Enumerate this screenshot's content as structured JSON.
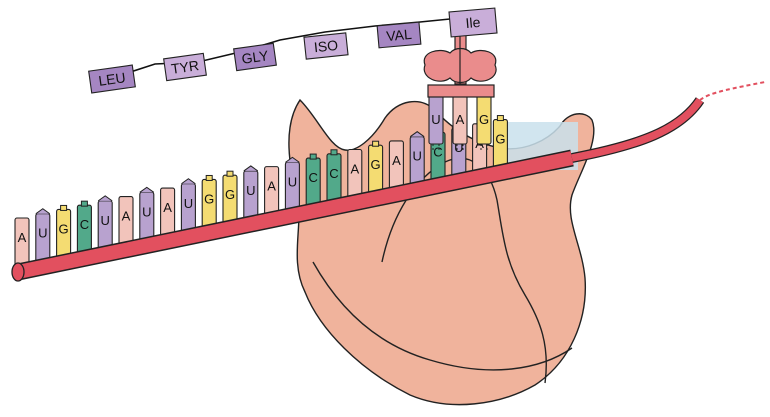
{
  "colors": {
    "A": "#f2c4bb",
    "U": "#b8a2cf",
    "G": "#f4dc72",
    "C": "#52a98a",
    "mrna": "#e2505f",
    "ribosome": "#f0b39c",
    "ribosome_light": "#f5c4ad",
    "trna_head": "#ea8c8c",
    "peptide": "#c9aed9",
    "peptide_dark": "#a586c2",
    "site_highlight": "#c9e0ec"
  },
  "peptide_chain": [
    "LEU",
    "TYR",
    "GLY",
    "ISO",
    "VAL",
    "Ile"
  ],
  "mrna_bases": [
    "A",
    "U",
    "G",
    "C",
    "U",
    "A",
    "U",
    "A",
    "U",
    "G",
    "G",
    "U",
    "A",
    "U",
    "C",
    "C",
    "A",
    "G",
    "A",
    "U",
    "C",
    "U",
    "A",
    "G"
  ],
  "anticodon": [
    "U",
    "A",
    "G"
  ]
}
